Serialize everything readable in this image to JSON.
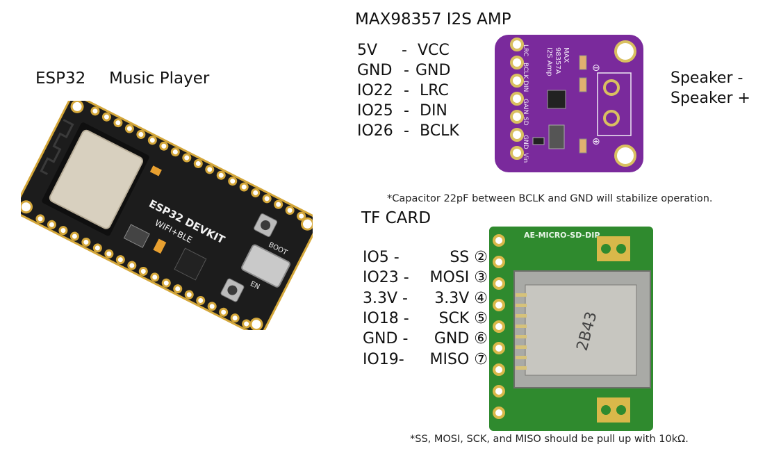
{
  "esp32": {
    "title": "ESP32",
    "subtitle": "Music Player",
    "board_label_1": "ESP32 DEVKIT",
    "board_label_2": "WIFI+BLE",
    "button_boot": "BOOT",
    "button_en": "EN"
  },
  "amp": {
    "title": "MAX98357 I2S AMP",
    "pins": [
      {
        "left": "5V",
        "dash": "-",
        "right": "VCC"
      },
      {
        "left": "GND",
        "dash": "-",
        "right": "GND"
      },
      {
        "left": "IO22",
        "dash": "-",
        "right": "LRC"
      },
      {
        "left": "IO25",
        "dash": "-",
        "right": "DIN"
      },
      {
        "left": "IO26",
        "dash": "-",
        "right": "BCLK"
      }
    ],
    "speaker_minus": "Speaker -",
    "speaker_plus": "Speaker +",
    "note": "*Capacitor 22pF between BCLK and GND will stabilize operation.",
    "board_pin_labels": [
      "LRC",
      "BCLK",
      "DIN",
      "GAIN",
      "SD",
      "GND",
      "Vin"
    ],
    "board_chip_text": [
      "MAX",
      "98357A",
      "I2S Amp"
    ],
    "minus_symbol": "⊖",
    "plus_symbol": "⊕"
  },
  "tf": {
    "title": "TF CARD",
    "pins": [
      {
        "left": "IO5 -",
        "right": "SS ②"
      },
      {
        "left": "IO23 -",
        "right": "MOSI ③"
      },
      {
        "left": "3.3V -",
        "right": "3.3V ④"
      },
      {
        "left": "IO18 -",
        "right": "SCK ⑤"
      },
      {
        "left": "GND -",
        "right": "GND ⑥"
      },
      {
        "left": "IO19-",
        "right": "MISO ⑦"
      }
    ],
    "note": "*SS, MOSI, SCK, and MISO should be pull up with 10kΩ.",
    "board_label": "AE-MICRO-SD-DIP",
    "card_text": "2B43"
  },
  "colors": {
    "esp_board": "#1c1c1c",
    "esp_module": "#d8d0bf",
    "pin_gold": "#d4a73a",
    "amp_board": "#7a2a9c",
    "tf_board": "#2f8a2e",
    "socket_metal": "#a9aaa6"
  }
}
